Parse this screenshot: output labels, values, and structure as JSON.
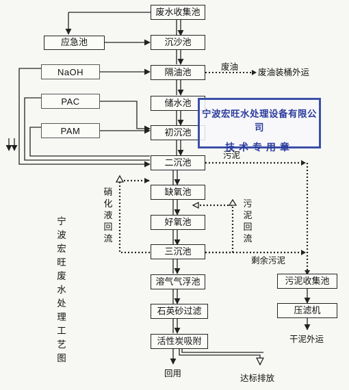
{
  "process": {
    "wastewater_collection": "废水收集池",
    "emergency_tank": "应急池",
    "grit_chamber": "沉沙池",
    "oil_separator": "隔油池",
    "storage_tank": "储水池",
    "primary_clarifier": "初沉池",
    "secondary_clarifier": "二沉池",
    "anoxic_tank": "缺氧池",
    "aerobic_tank": "好氧池",
    "tertiary_clarifier": "三沉池",
    "daf": "溶气气浮池",
    "sand_filter": "石英砂过滤",
    "carbon_adsorption": "活性炭吸附",
    "sludge_collection": "污泥收集池",
    "filter_press": "压滤机"
  },
  "chemicals": {
    "naoh": "NaOH",
    "pac": "PAC",
    "pam": "PAM"
  },
  "labels": {
    "waste_oil": "废油",
    "waste_oil_dest": "废油装桶外运",
    "sludge": "污泥",
    "nitrate_return": "硝化液回流",
    "sludge_return": "污泥回流",
    "excess_sludge": "剩余污泥",
    "dry_sludge": "干泥外运",
    "reuse": "回用",
    "discharge": "达标排放"
  },
  "stamp": {
    "company": "宁波宏旺水处理设备有限公司",
    "purpose": "技术专用章"
  },
  "title_vertical": "宁波宏旺废水处理工艺图",
  "colors": {
    "line": "#222222",
    "stamp": "#2c3c9c",
    "background": "#f7f7f4"
  }
}
